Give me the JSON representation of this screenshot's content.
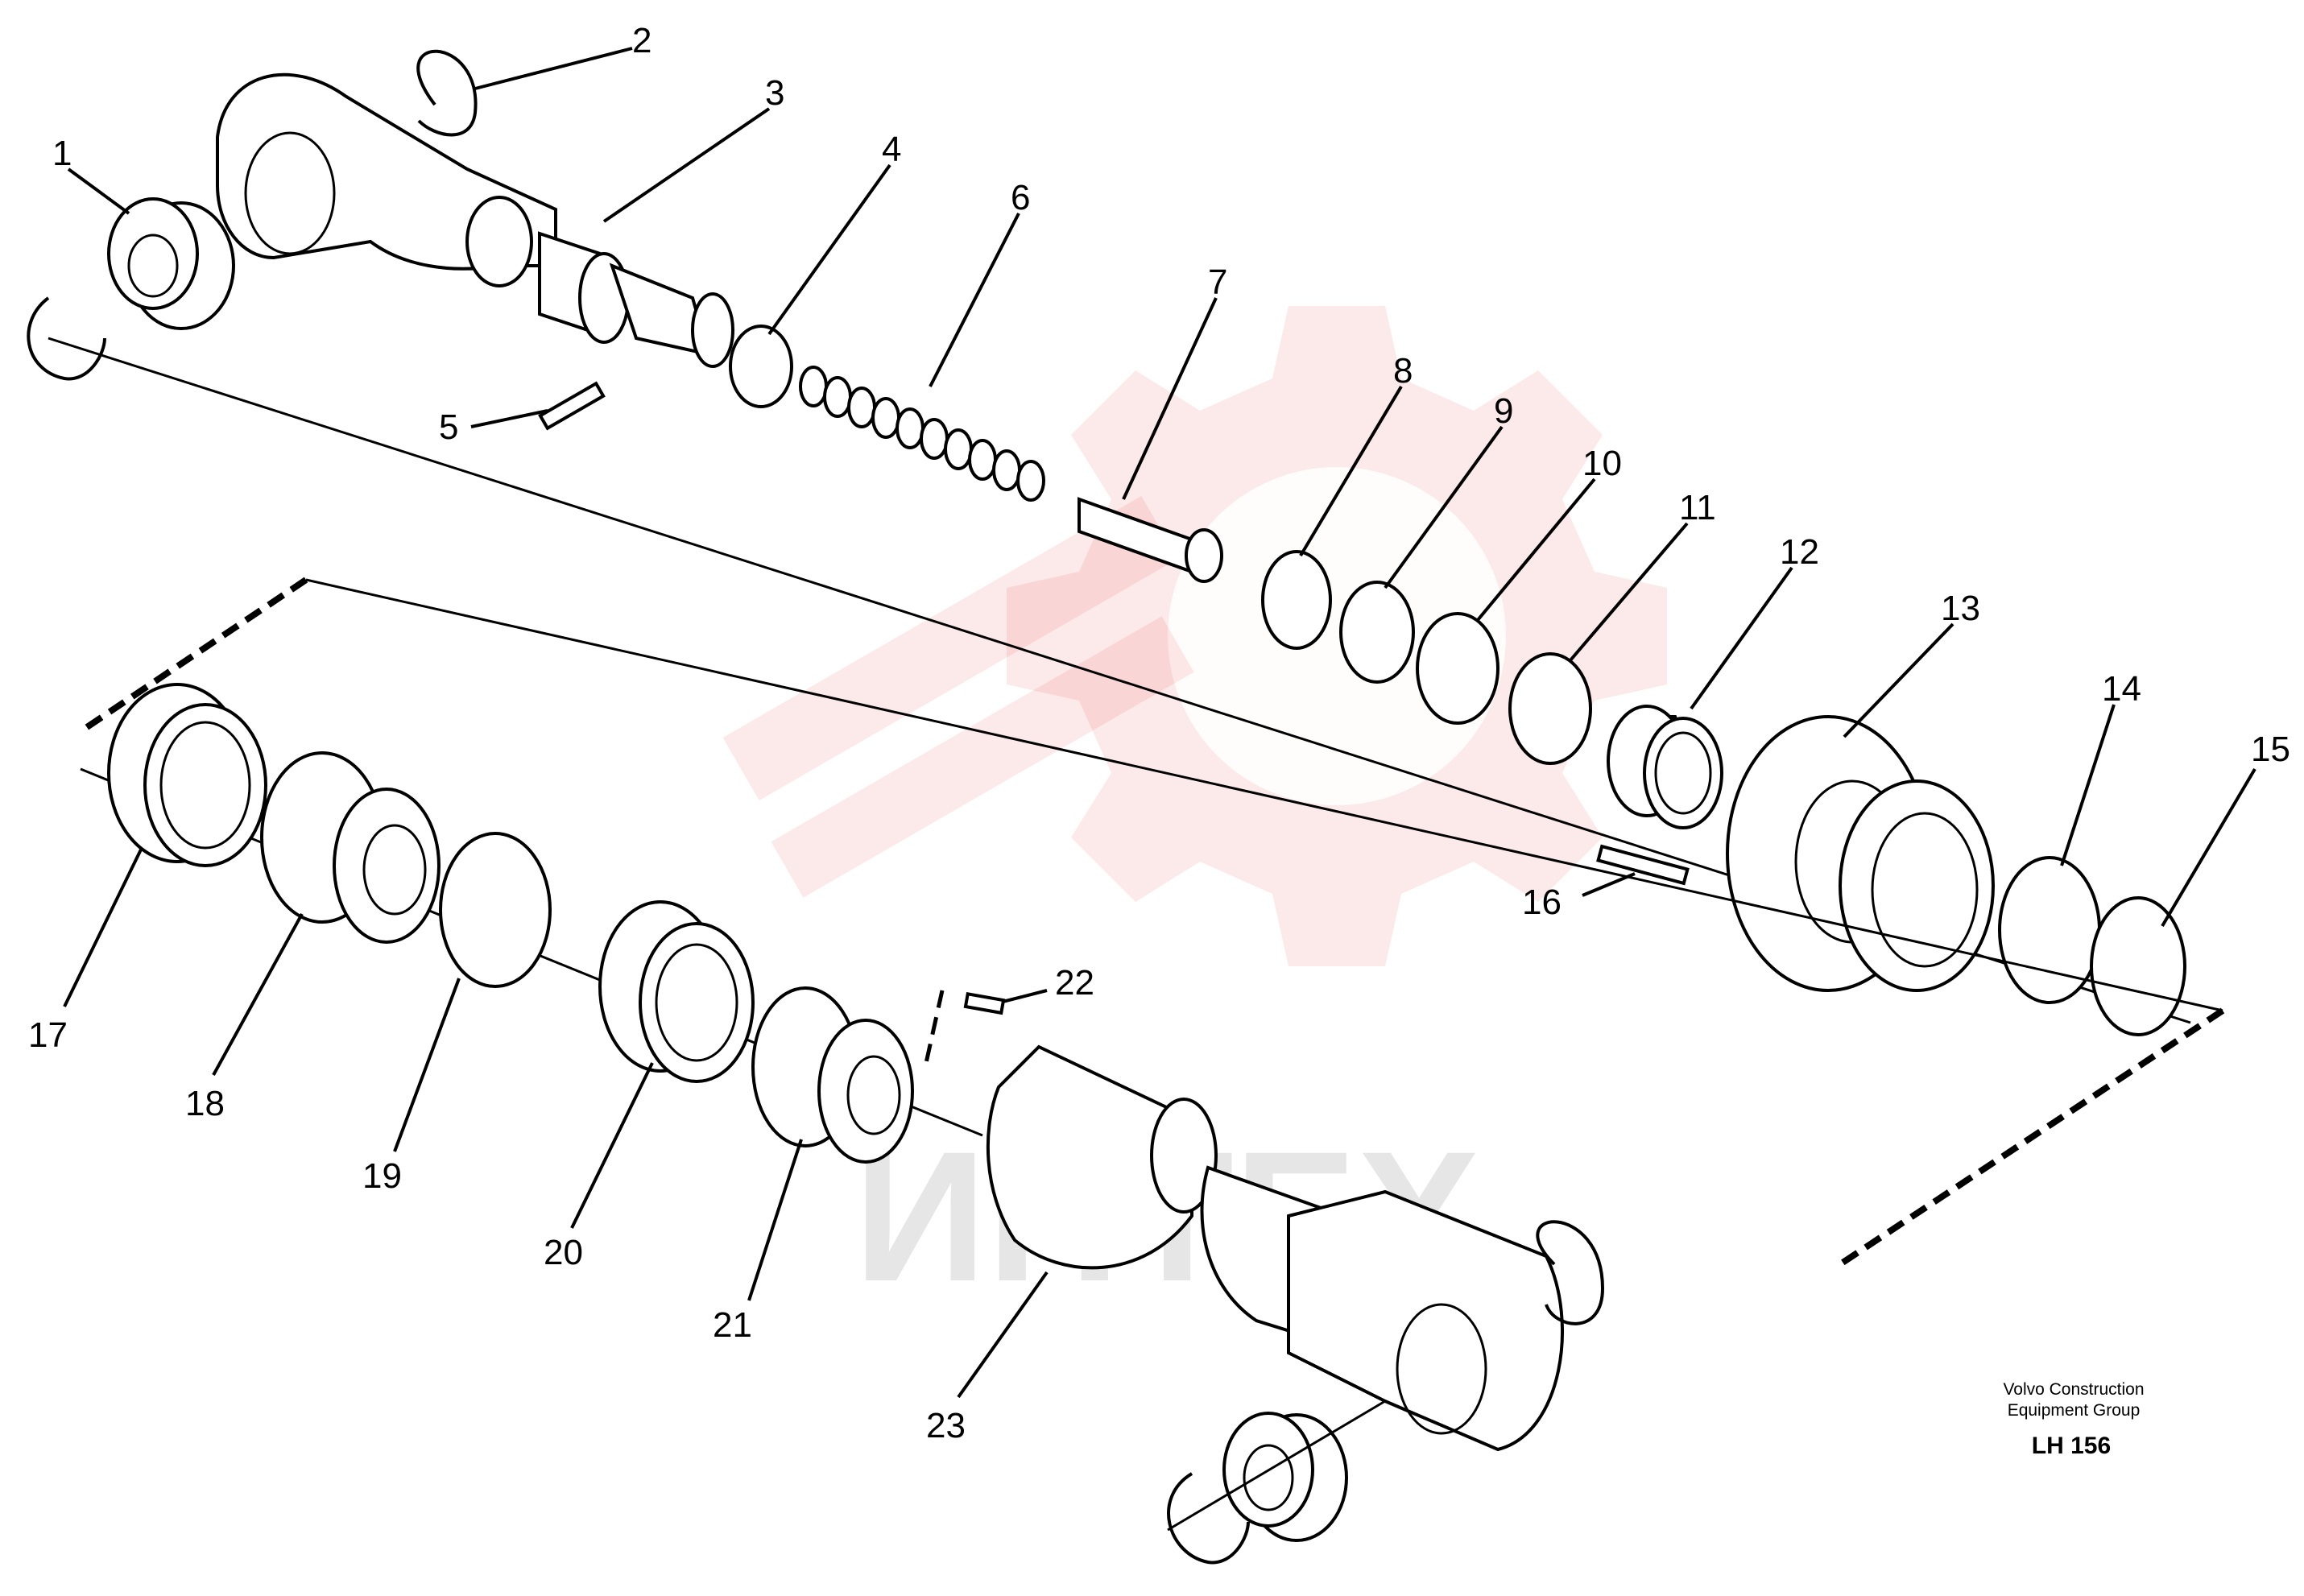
{
  "watermark": {
    "text": "ИНТЕХ",
    "color": "#e8484b"
  },
  "callouts": [
    "1",
    "2",
    "3",
    "4",
    "5",
    "6",
    "7",
    "8",
    "9",
    "10",
    "11",
    "12",
    "13",
    "14",
    "15",
    "16",
    "17",
    "18",
    "19",
    "20",
    "21",
    "22",
    "23"
  ],
  "credit": {
    "line1": "Volvo Construction",
    "line2": "Equipment Group"
  },
  "drawing_code": "LH 156"
}
